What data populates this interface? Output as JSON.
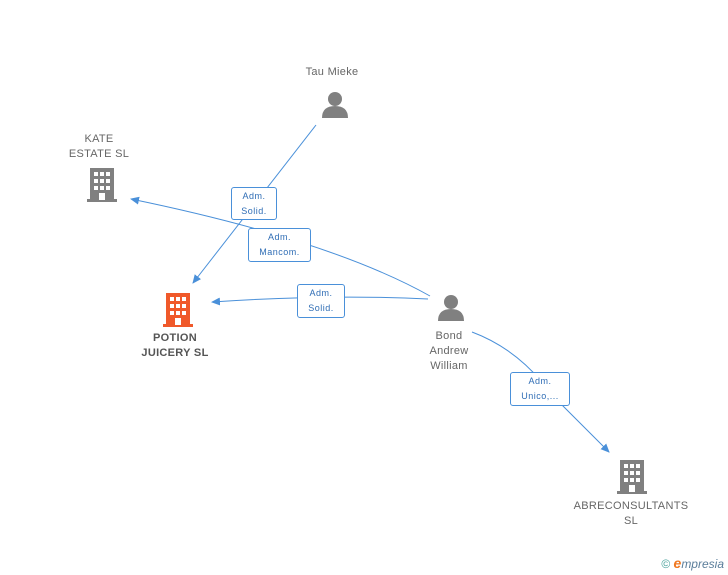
{
  "colors": {
    "edge": "#4a90d9",
    "person_icon": "#808080",
    "company_icon": "#808080",
    "main_company_icon": "#f0592a"
  },
  "nodes": {
    "tau_mieke": {
      "label": "Tau Mieke",
      "type": "person"
    },
    "kate_estate": {
      "label": "KATE\nESTATE SL",
      "type": "company"
    },
    "potion_juicery": {
      "label": "POTION\nJUICERY SL",
      "type": "company-main"
    },
    "bond_andrew": {
      "label": "Bond\nAndrew\nWilliam",
      "type": "person"
    },
    "abreconsultants": {
      "label": "ABRECONSULTANTS\nSL",
      "type": "company"
    }
  },
  "edges": {
    "tau_to_potion": {
      "label": "Adm.\nSolid."
    },
    "bond_to_kate": {
      "label": "Adm.\nMancom."
    },
    "bond_to_potion": {
      "label": "Adm.\nSolid."
    },
    "bond_to_abre": {
      "label": "Adm.\nUnico,..."
    }
  },
  "footer": {
    "copyright_symbol": "©",
    "brand_initial": "e",
    "brand_rest": "mpresia"
  }
}
